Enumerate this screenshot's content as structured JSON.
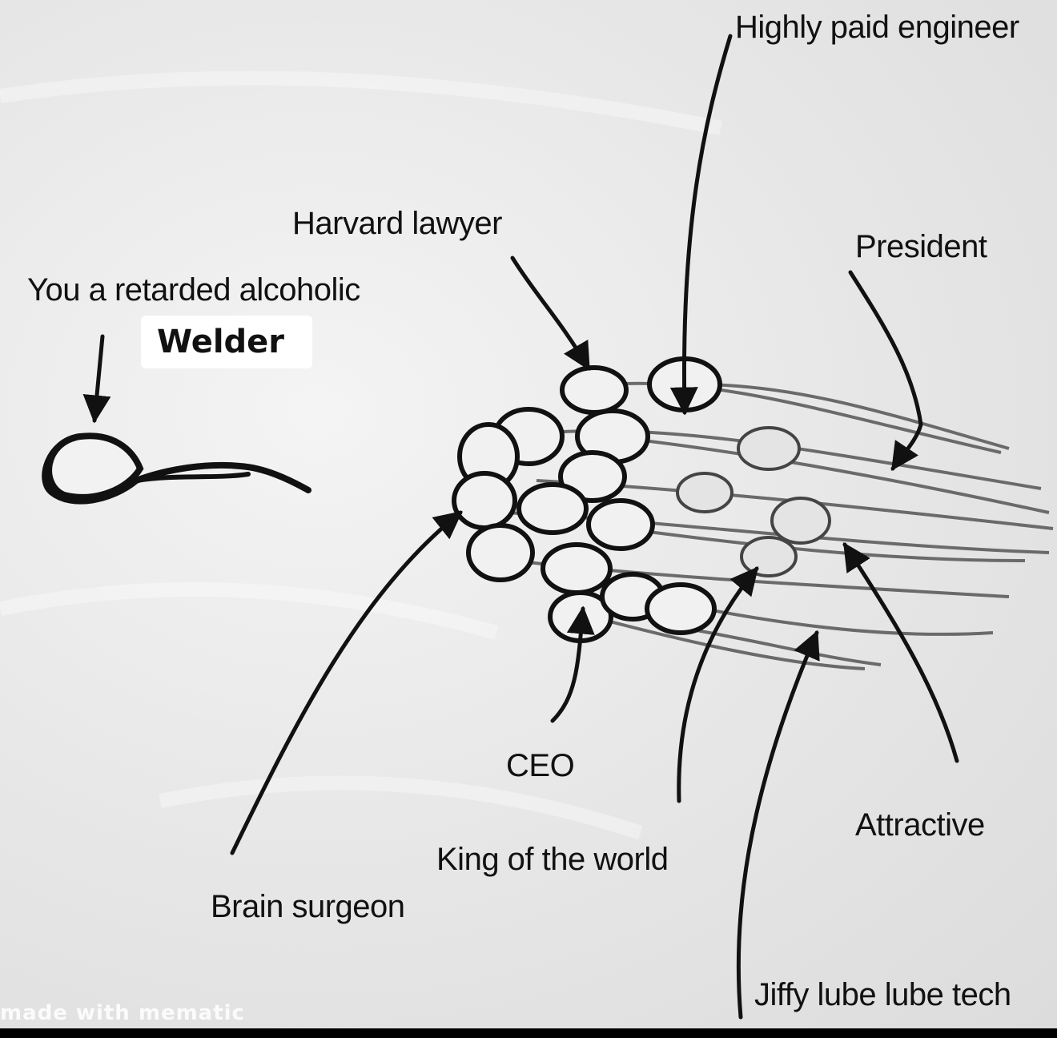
{
  "labels": {
    "welder_line1": "You a retarded alcoholic",
    "welder_line2": "Welder",
    "harvard": "Harvard lawyer",
    "engineer": "Highly paid engineer",
    "president": "President",
    "ceo": "CEO",
    "brain": "Brain surgeon",
    "king": "King of the world",
    "attractive": "Attractive",
    "jiffy": "Jiffy lube lube tech"
  },
  "watermark": "made with mematic",
  "colors": {
    "ink": "#111111",
    "background": "#e9e9e9"
  }
}
